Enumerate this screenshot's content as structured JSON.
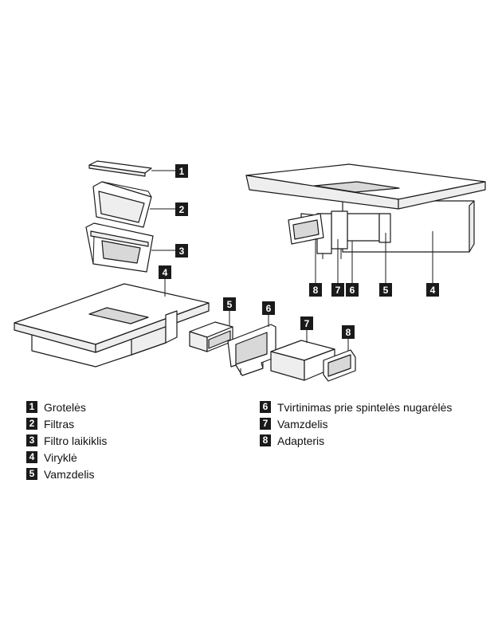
{
  "callouts": [
    "1",
    "2",
    "3",
    "4",
    "5",
    "6",
    "7",
    "8"
  ],
  "legend": {
    "left": [
      {
        "num": "1",
        "label": "Grotelės"
      },
      {
        "num": "2",
        "label": "Filtras"
      },
      {
        "num": "3",
        "label": "Filtro laikiklis"
      },
      {
        "num": "4",
        "label": "Viryklė"
      },
      {
        "num": "5",
        "label": "Vamzdelis"
      }
    ],
    "right": [
      {
        "num": "6",
        "label": "Tvirtinimas prie spintelės nugarėlės"
      },
      {
        "num": "7",
        "label": "Vamzdelis"
      },
      {
        "num": "8",
        "label": "Adapteris"
      }
    ]
  }
}
